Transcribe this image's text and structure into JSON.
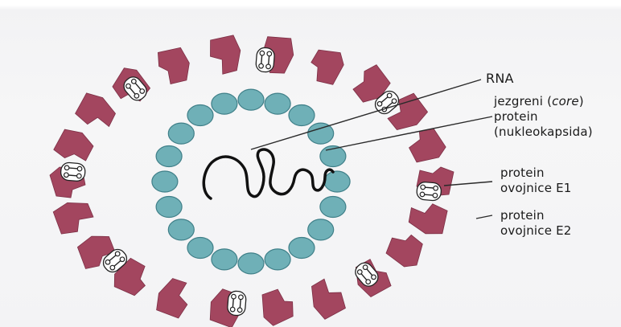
{
  "labels": {
    "rna": "RNA",
    "core_line1_prefix": "jezgreni (",
    "core_line1_italic": "core",
    "core_line1_suffix": ")",
    "core_line2": "protein",
    "core_line3": "(nukleokapsida)",
    "e1_line1": "protein",
    "e1_line2": "ovojnice E1",
    "e2_line1": "protein",
    "e2_line2": "ovojnice E2"
  },
  "colors": {
    "envelope_protein": "#a3465f",
    "capsid_bead": "#6fb0b7",
    "capsid_bead_stroke": "#3f7f88",
    "rna_strand": "#111111",
    "leader_line": "#2a2a2a",
    "label_text": "#1a1a1a"
  },
  "structure": {
    "capsid_bead_count": 20,
    "envelope_protein_count": 22,
    "lipid_pair_count": 8
  }
}
